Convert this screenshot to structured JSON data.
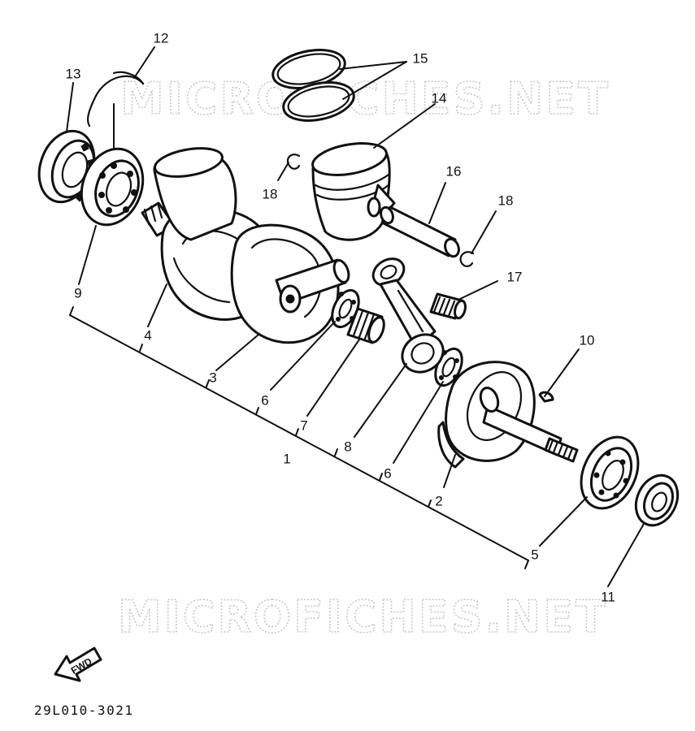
{
  "watermark_text": "MICROFICHES.NET",
  "diagram_code": "29L010-3021",
  "direction_arrow": {
    "label": "FWD",
    "icon": "fwd-arrow-icon"
  },
  "callouts": {
    "c1": "1",
    "c2": "2",
    "c3": "3",
    "c4": "4",
    "c5": "5",
    "c6a": "6",
    "c6b": "6",
    "c7": "7",
    "c8": "8",
    "c9": "9",
    "c10": "10",
    "c11": "11",
    "c12": "12",
    "c13": "13",
    "c14": "14",
    "c15": "15",
    "c16": "16",
    "c17": "17",
    "c18a": "18",
    "c18b": "18"
  },
  "colors": {
    "line": "#111111",
    "watermark": "#c8c8c8",
    "background": "#ffffff"
  }
}
